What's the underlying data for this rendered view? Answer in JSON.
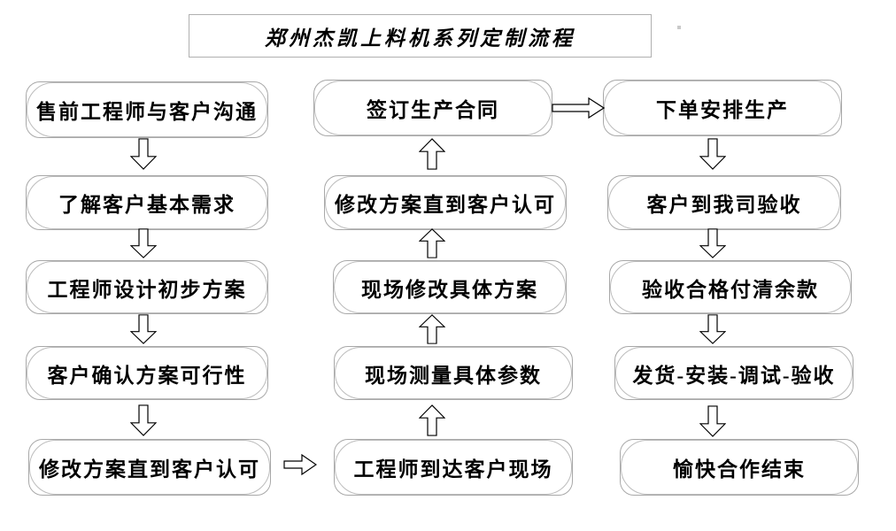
{
  "title": "郑州杰凯上料机系列定制流程",
  "nodes": {
    "left": [
      "售前工程师与客户沟通",
      "了解客户基本需求",
      "工程师设计初步方案",
      "客户确认方案可行性",
      "修改方案直到客户认可"
    ],
    "middle": [
      "签订生产合同",
      "修改方案直到客户认可",
      "现场修改具体方案",
      "现场测量具体参数",
      "工程师到达客户现场"
    ],
    "right": [
      "下单安排生产",
      "客户到我司验收",
      "验收合格付清余款",
      "发货-安装-调试-验收",
      "愉快合作结束"
    ]
  },
  "icons": {
    "arrow_down": "⇩",
    "arrow_up": "⇧",
    "arrow_right": "⇨"
  },
  "colors": {
    "background": "#ffffff",
    "box_border": "#a8a8a8",
    "box_inner_border": "#bcbcbc",
    "title_border": "#b0b0b0",
    "arrow_stroke": "#000000",
    "text": "#000000"
  }
}
